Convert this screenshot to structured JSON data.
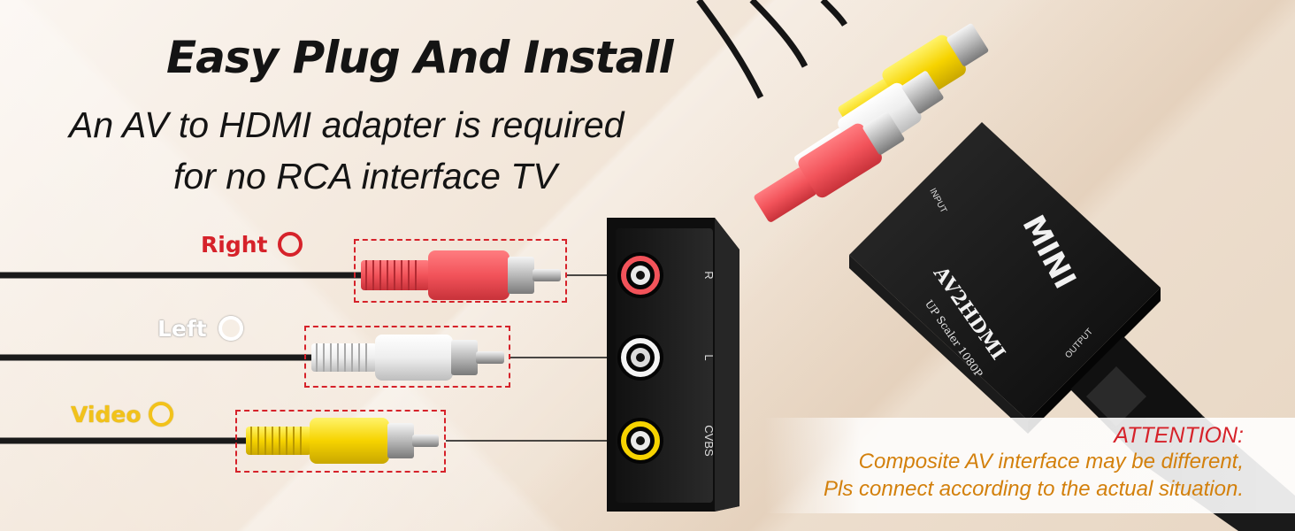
{
  "headline": "Easy Plug And Install",
  "subline_1": "An AV to HDMI adapter is required",
  "subline_2": "for no RCA interface TV",
  "channels": [
    {
      "label": "Right",
      "color": "#d6222a",
      "jack_label": "R"
    },
    {
      "label": "Left",
      "color": "#ffffff",
      "jack_label": "L"
    },
    {
      "label": "Video",
      "color": "#f2c21a",
      "jack_label": "CVBS"
    }
  ],
  "adapter": {
    "brand": "MINI",
    "model": "AV2HDMI",
    "tagline": "UP Scaler 1080P",
    "input_label": "INPUT",
    "output_label": "OUTPUT"
  },
  "attention": {
    "title": "ATTENTION:",
    "line_1": "Composite AV interface may be different,",
    "line_2": "Pls connect according to the actual situation."
  },
  "colors": {
    "plug_red": "#f2535a",
    "plug_white": "#eeeeee",
    "plug_yellow": "#f6d300",
    "callout_red": "#d6222a",
    "attention_orange": "#d3800c",
    "jack_body": "#1c1c1c"
  }
}
